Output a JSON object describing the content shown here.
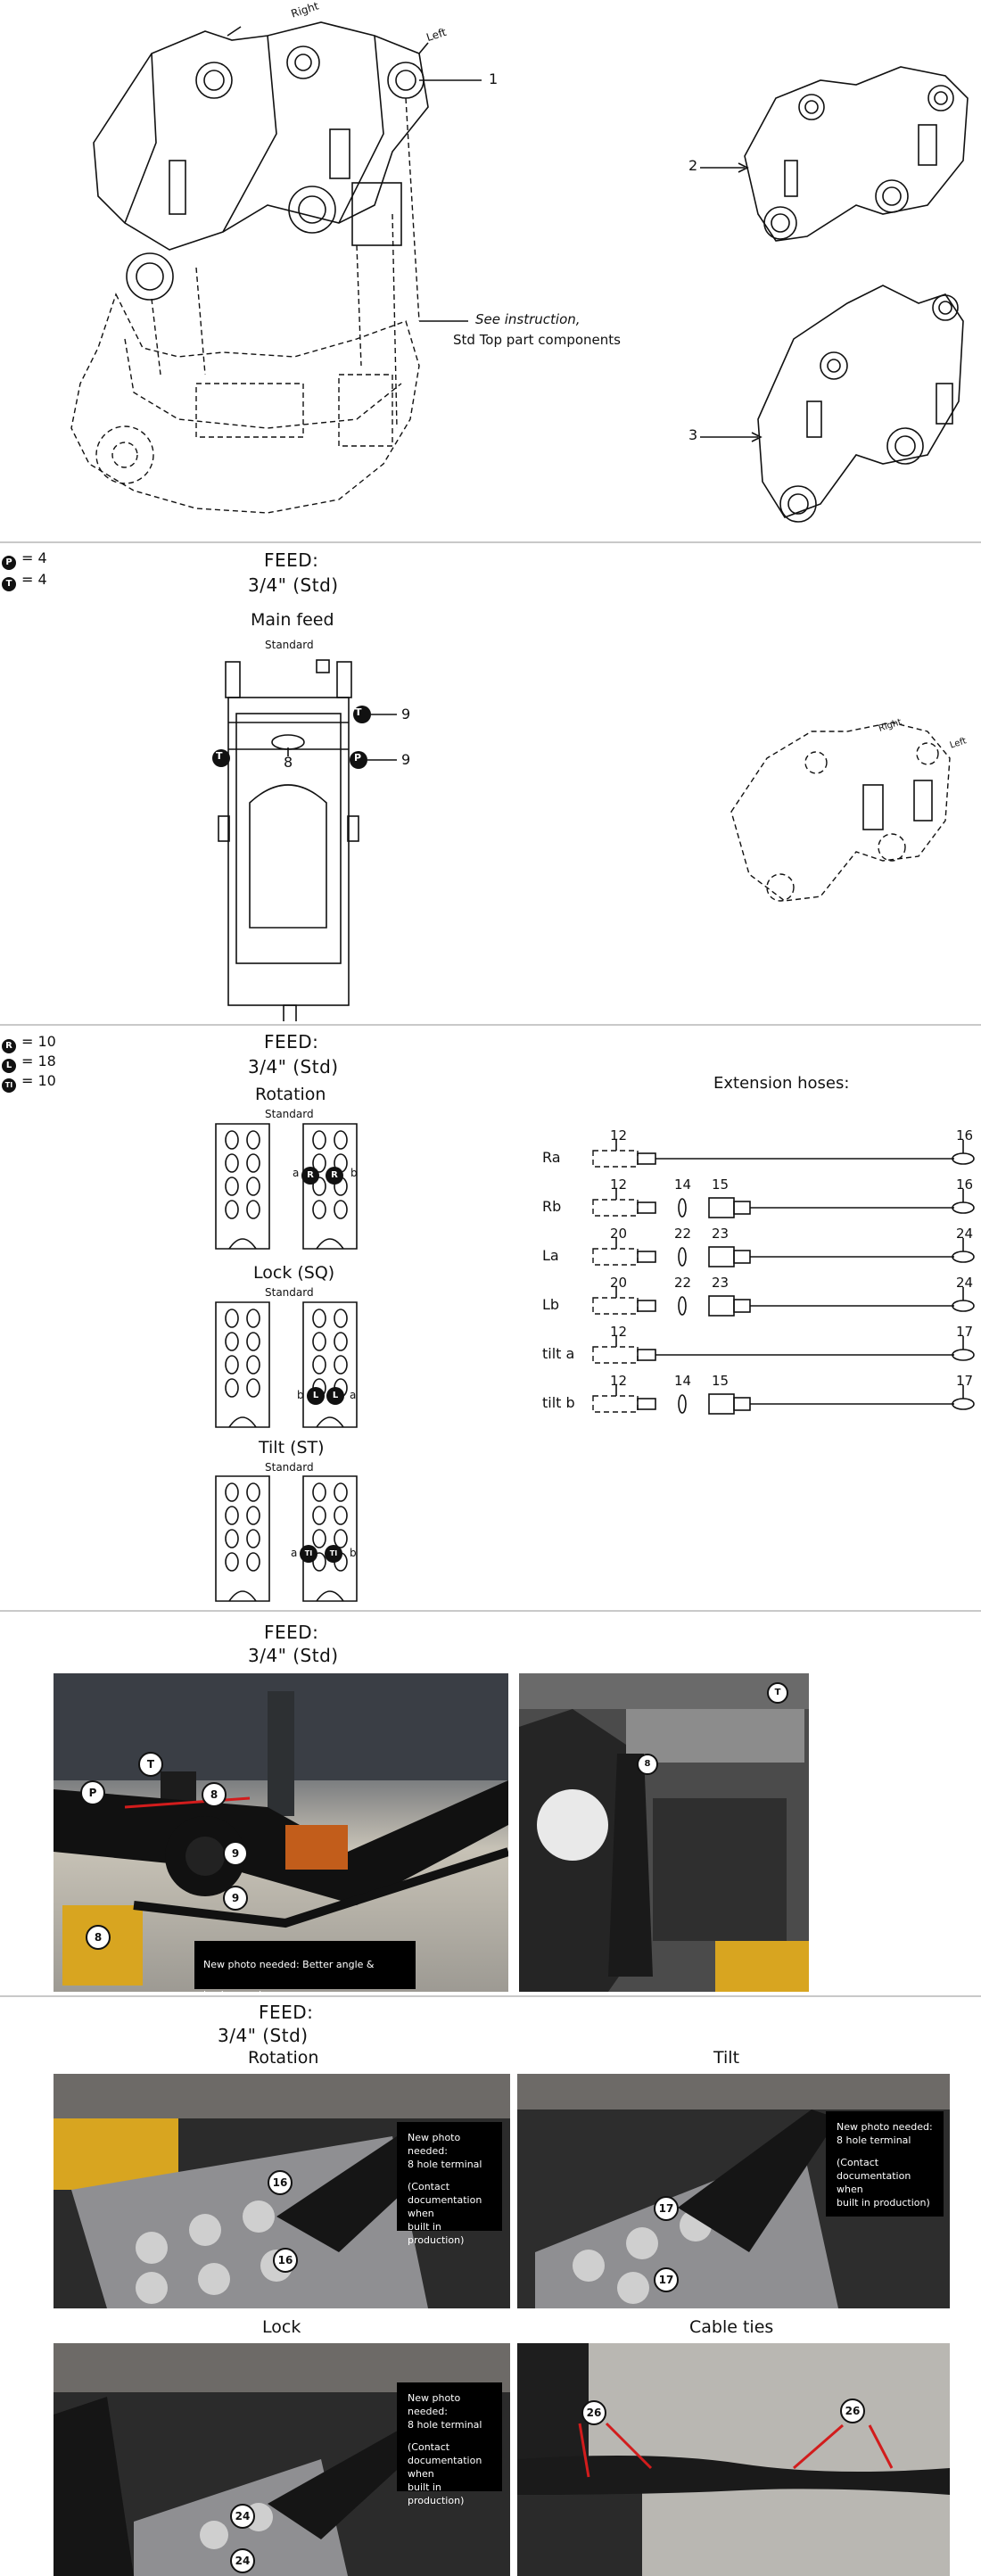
{
  "top": {
    "labels": {
      "right": "Right",
      "left": "Left"
    },
    "callouts": [
      "1",
      "2",
      "3"
    ],
    "note_line1": "See instruction,",
    "note_line2": "Std Top part components"
  },
  "main_feed": {
    "legend": [
      {
        "symbol": "P",
        "text": "= 4"
      },
      {
        "symbol": "T",
        "text": "= 4"
      }
    ],
    "feed": "FEED:",
    "size": "3/4\" (Std)",
    "title": "Main feed",
    "subtitle": "Standard",
    "callouts": [
      "9",
      "8",
      "9"
    ],
    "mini_labels": {
      "right": "Right",
      "left": "Left"
    }
  },
  "rotation_block": {
    "legend": [
      {
        "symbol": "R",
        "text": "= 10"
      },
      {
        "symbol": "L",
        "text": "= 18"
      },
      {
        "symbol": "TI",
        "text": "= 10"
      }
    ],
    "feed": "FEED:",
    "size": "3/4\" (Std)",
    "rotation": {
      "title": "Rotation",
      "subtitle": "Standard",
      "a": "a",
      "b": "b",
      "sym": "R"
    },
    "lock": {
      "title": "Lock (SQ)",
      "subtitle": "Standard",
      "a": "a",
      "b": "b",
      "sym": "L"
    },
    "tilt": {
      "title": "Tilt (ST)",
      "subtitle": "Standard",
      "a": "a",
      "b": "b",
      "sym": "TI"
    },
    "ext_title": "Extension hoses:",
    "hoses": [
      {
        "label": "Ra",
        "left": "12",
        "mid1": "",
        "mid2": "",
        "right": "16"
      },
      {
        "label": "Rb",
        "left": "12",
        "mid1": "14",
        "mid2": "15",
        "right": "16"
      },
      {
        "label": "La",
        "left": "20",
        "mid1": "22",
        "mid2": "23",
        "right": "24"
      },
      {
        "label": "Lb",
        "left": "20",
        "mid1": "22",
        "mid2": "23",
        "right": "24"
      },
      {
        "label": "tilt a",
        "left": "12",
        "mid1": "",
        "mid2": "",
        "right": "17"
      },
      {
        "label": "tilt b",
        "left": "12",
        "mid1": "14",
        "mid2": "15",
        "right": "17"
      }
    ]
  },
  "photo_block1": {
    "feed": "FEED:",
    "size": "3/4\" (Std)",
    "markers": [
      "P",
      "T",
      "8",
      "9",
      "9",
      "8"
    ],
    "right_markers": [
      "T",
      "8"
    ],
    "note": "New photo needed: Better angle & background"
  },
  "photo_block2": {
    "feed": "FEED:",
    "size": "3/4\" (Std)",
    "rotation": {
      "title": "Rotation",
      "markers": [
        "16",
        "16"
      ],
      "note": [
        "New photo needed:",
        "8 hole terminal",
        "",
        "(Contact",
        "documentation when",
        "built in production)"
      ]
    },
    "tilt": {
      "title": "Tilt",
      "markers": [
        "17",
        "17"
      ],
      "note": [
        "New photo needed:",
        "8 hole terminal",
        "",
        "(Contact",
        "documentation when",
        "built in production)"
      ]
    },
    "lock": {
      "title": "Lock",
      "markers": [
        "24",
        "24"
      ],
      "note": [
        "New photo needed:",
        "8 hole terminal",
        "",
        "(Contact",
        "documentation when",
        "built in production)"
      ]
    },
    "cable": {
      "title": "Cable ties",
      "markers": [
        "26",
        "26"
      ]
    }
  }
}
